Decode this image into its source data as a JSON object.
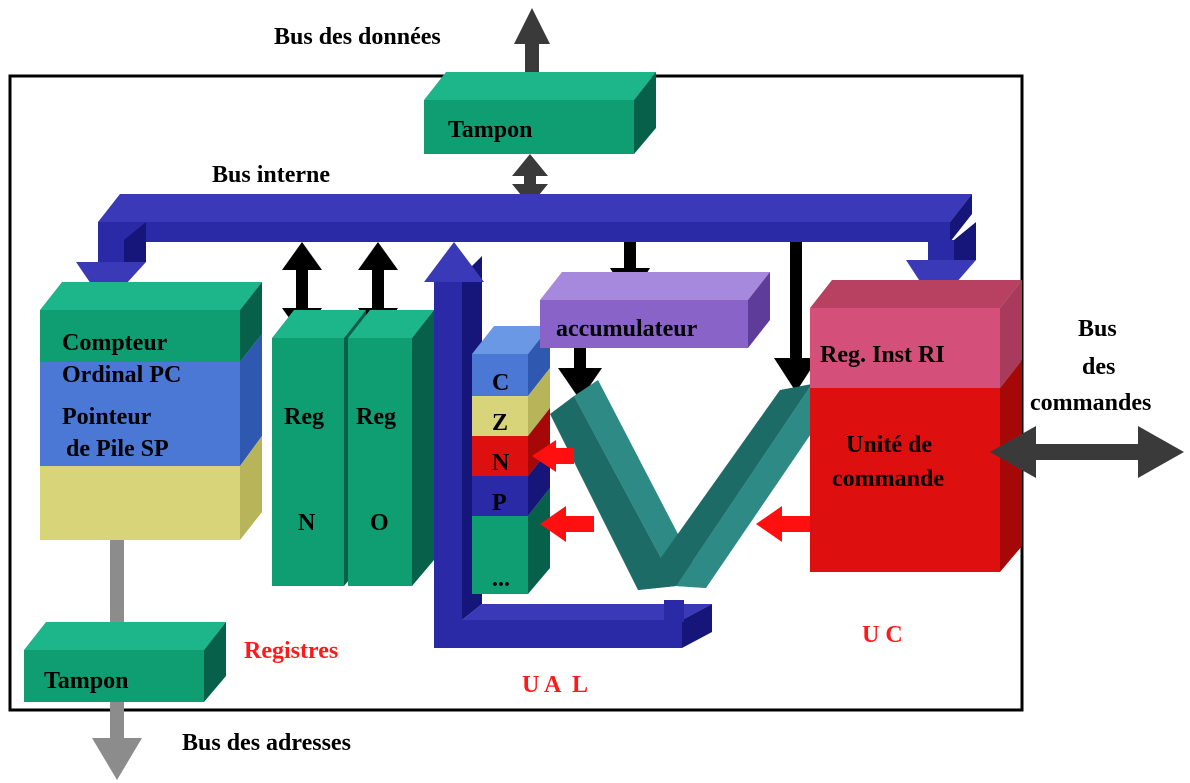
{
  "labels": {
    "data_bus": "Bus des données",
    "data_buffer": "Tampon",
    "internal_bus": "Bus interne",
    "pc_line1": "Compteur",
    "pc_line2": "Ordinal PC",
    "sp_line1": "Pointeur",
    "sp_line2": "de Pile SP",
    "reg_n_title": "Reg",
    "reg_n_name": "N",
    "reg_o_title": "Reg",
    "reg_o_name": "O",
    "flag_c": "C",
    "flag_z": "Z",
    "flag_n": "N",
    "flag_p": "P",
    "flag_more": "...",
    "accumulator": "accumulateur",
    "instruction_register": "Reg. Inst RI",
    "control_unit_line1": "Unité de",
    "control_unit_line2": "commande",
    "command_bus_line1": "Bus",
    "command_bus_line2": "des",
    "command_bus_line3": "commandes",
    "registers_group": "Registres",
    "alu_group": "U A  L",
    "cu_group": "U C",
    "address_buffer": "Tampon",
    "address_bus": "Bus des adresses"
  },
  "colors": {
    "bus_blue": "#2a2aa6",
    "register_green": "#0e9e72",
    "alu_teal": "#1c6b66",
    "accumulator_purple": "#8a63c8",
    "control_red": "#dd0f0f",
    "ri_pink": "#d4507a",
    "sp_blue": "#4a78d4",
    "khaki": "#d8d47a",
    "arrow_dark": "#3a3a3a",
    "arrow_grey": "#8c8c8c",
    "signal_red": "#ff0f0f",
    "group_label_red": "#ff1a1a"
  }
}
